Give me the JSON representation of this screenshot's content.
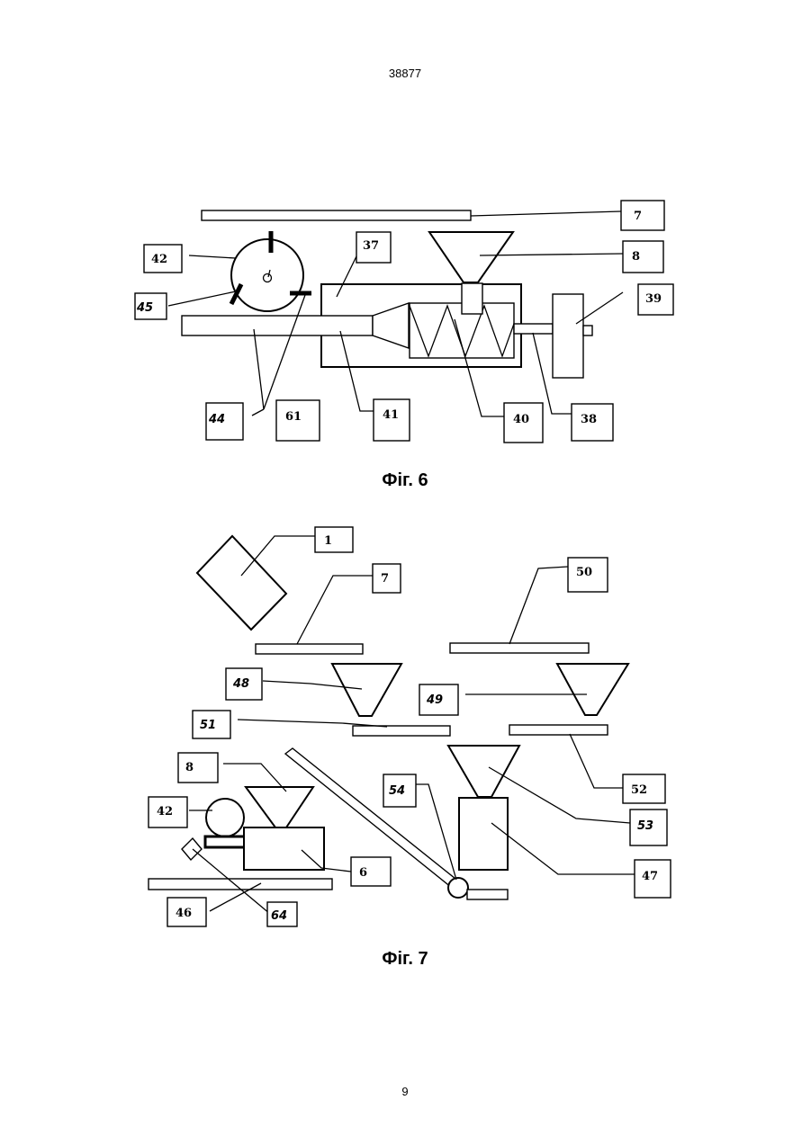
{
  "header": {
    "doc_number": "38877"
  },
  "footer": {
    "page_number": "9"
  },
  "fig6": {
    "caption": "Фіг. 6",
    "labels": {
      "l7": "7",
      "l8": "8",
      "l37": "37",
      "l39": "39",
      "l42": "42",
      "l45": "45",
      "l44": "44",
      "l61": "61",
      "l41": "41",
      "l40": "40",
      "l38": "38"
    }
  },
  "fig7": {
    "caption": "Фіг. 7",
    "labels": {
      "l1": "1",
      "l7": "7",
      "l50": "50",
      "l48": "48",
      "l49": "49",
      "l51": "51",
      "l8": "8",
      "l42": "42",
      "l54": "54",
      "l52": "52",
      "l53": "53",
      "l47": "47",
      "l6": "6",
      "l46": "46",
      "l64": "64"
    }
  }
}
